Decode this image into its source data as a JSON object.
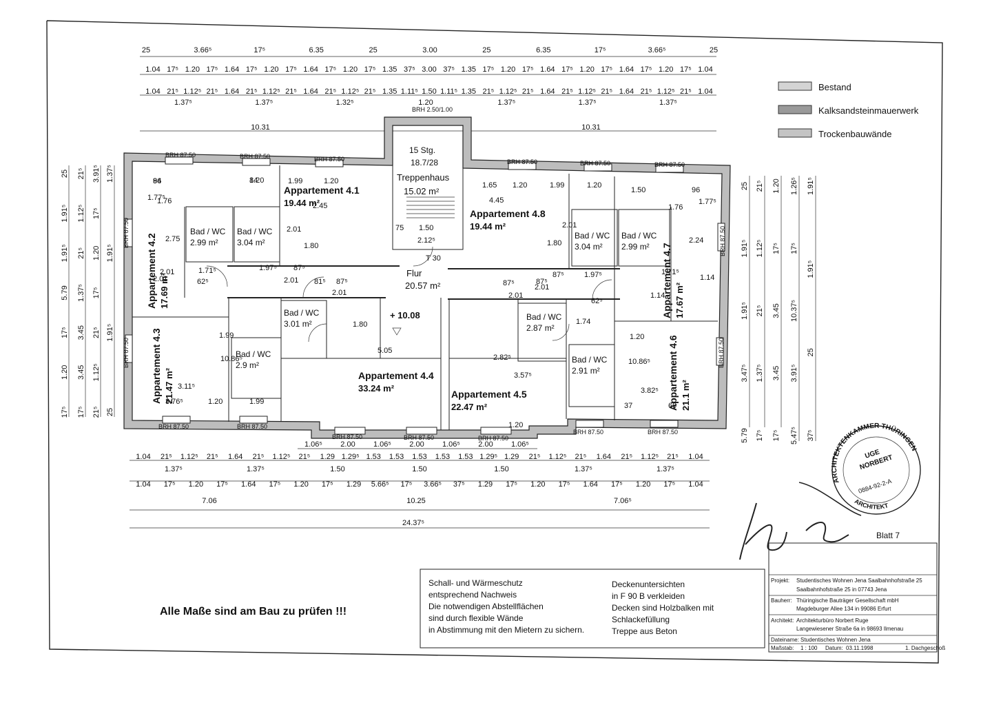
{
  "sheet": "Blatt 7",
  "legend": [
    {
      "label": "Bestand",
      "color": "#d4d4d4"
    },
    {
      "label": "Kalksandsteinmauerwerk",
      "color": "#9a9a9a"
    },
    {
      "label": "Trockenbauwände",
      "color": "#c4c4c4"
    }
  ],
  "top_dims": {
    "row1": [
      "25",
      "3.66⁵",
      "17⁵",
      "6.35",
      "25",
      "3.00",
      "25",
      "6.35",
      "17⁵",
      "3.66⁵",
      "25"
    ],
    "row2": [
      "1.04",
      "17⁵",
      "1.20",
      "17⁵",
      "1.64",
      "17⁵",
      "1.20",
      "17⁵",
      "1.64",
      "17⁵",
      "1.20",
      "17⁵",
      "1.35",
      "37⁵",
      "3.00",
      "37⁵",
      "1.35",
      "17⁵",
      "1.20",
      "17⁵",
      "1.64",
      "17⁵",
      "1.20",
      "17⁵",
      "1.64",
      "17⁵",
      "1.20",
      "17⁵",
      "1.04"
    ],
    "row3": [
      "1.04",
      "21⁵",
      "1.12⁵",
      "21⁵",
      "1.64",
      "21⁵",
      "1.12⁵",
      "21⁵",
      "1.64",
      "21⁵",
      "1.12⁵",
      "21⁵",
      "1.35",
      "1.11⁵",
      "1.50",
      "1.11⁵",
      "1.35",
      "21⁵",
      "1.12⁵",
      "21⁵",
      "1.64",
      "21⁵",
      "1.12⁵",
      "21⁵",
      "1.64",
      "21⁵",
      "1.12⁵",
      "21⁵",
      "1.04"
    ],
    "row3b": [
      "1.37⁵",
      "1.37⁵",
      "1.32⁵",
      "1.20",
      "1.37⁵",
      "1.37⁵",
      "1.37⁵"
    ],
    "row4": [
      "10.31",
      "10.31"
    ]
  },
  "bottom_dims": {
    "row1": [
      "1.06⁵",
      "2.00",
      "1.06⁵",
      "2.00",
      "1.06⁵",
      "2.00",
      "1.06⁵"
    ],
    "row2": [
      "1.04",
      "21⁵",
      "1.12⁵",
      "21⁵",
      "1.64",
      "21⁵",
      "1.12⁵",
      "21⁵",
      "1.29",
      "1.29⁵",
      "1.53",
      "1.53",
      "1.53",
      "1.53",
      "1.53",
      "1.29⁵",
      "1.29",
      "21⁵",
      "1.12⁵",
      "21⁵",
      "1.64",
      "21⁵",
      "1.12⁵",
      "21⁵",
      "1.04"
    ],
    "row2b": [
      "1.37⁵",
      "1.37⁵",
      "1.50",
      "1.50",
      "1.50",
      "1.37⁵",
      "1.37⁵"
    ],
    "row3": [
      "1.04",
      "17⁵",
      "1.20",
      "17⁵",
      "1.64",
      "17⁵",
      "1.20",
      "17⁵",
      "1.29",
      "5.66⁵",
      "17⁵",
      "3.66⁵",
      "37⁵",
      "1.29",
      "17⁵",
      "1.20",
      "17⁵",
      "1.64",
      "17⁵",
      "1.20",
      "17⁵",
      "1.04"
    ],
    "row4": [
      "7.06",
      "10.25",
      "7.06⁵"
    ],
    "row5": "24.37⁵"
  },
  "left_dims": [
    "25",
    "1.91⁵",
    "1.91⁵",
    "5.79",
    "17⁵",
    "1.20",
    "17⁵",
    "21⁵",
    "1.12⁵",
    "21⁵",
    "1.37⁵",
    "3.45",
    "3.45",
    "17⁵",
    "3.91⁵",
    "17⁵",
    "1.20",
    "17⁵",
    "21⁵",
    "1.12⁵",
    "21⁵",
    "1.37⁵",
    "1.91⁵",
    "1.91⁵",
    "25"
  ],
  "right_dims": [
    "25",
    "1.91⁵",
    "1.91⁵",
    "3.47⁵",
    "5.79",
    "21⁵",
    "1.12⁵",
    "21⁵",
    "1.37⁵",
    "17⁵",
    "1.20",
    "17⁵",
    "3.45",
    "3.45",
    "17⁵",
    "1.26⁵",
    "17⁵",
    "10.37⁵",
    "3.91⁵",
    "5.47⁵",
    "1.91⁵",
    "1.91⁵",
    "25",
    "37⁵"
  ],
  "rooms": [
    {
      "name": "Appartement 4.1",
      "area": "19.44 m²"
    },
    {
      "name": "Appartement 4.2",
      "area": "17.69 m²"
    },
    {
      "name": "Appartement 4.3",
      "area": "21.47 m²"
    },
    {
      "name": "Appartement 4.4",
      "area": "33.24 m²"
    },
    {
      "name": "Appartement 4.5",
      "area": "22.47 m²"
    },
    {
      "name": "Appartement 4.6",
      "area": "21.1 m²"
    },
    {
      "name": "Appartement 4.7",
      "area": "17.67 m²"
    },
    {
      "name": "Appartement 4.8",
      "area": "19.44 m²"
    }
  ],
  "stair": {
    "steps": "15 Stg.",
    "ratio": "18.7/28",
    "name": "Treppenhaus",
    "area": "15.02 m²",
    "w1": "75",
    "w2": "1.50",
    "w3": "2.12⁵",
    "door": "T 30"
  },
  "hall": {
    "name": "Flur",
    "area": "20.57 m²",
    "level": "+ 10.08"
  },
  "baths": [
    {
      "label": "Bad / WC",
      "area": "2.99 m²"
    },
    {
      "label": "Bad / WC",
      "area": "3.04 m²"
    },
    {
      "label": "Bad / WC",
      "area": "3.04 m²"
    },
    {
      "label": "Bad / WC",
      "area": "2.99 m²"
    },
    {
      "label": "Bad / WC",
      "area": "3.01 m²"
    },
    {
      "label": "Bad / WC",
      "area": "2.87 m²"
    },
    {
      "label": "Bad / WC",
      "area": "2.9 m²"
    },
    {
      "label": "Bad / WC",
      "area": "2.91 m²"
    }
  ],
  "brh": "BRH 87.50",
  "brh_stair": "BRH 2.50/1.00",
  "interior_dims": [
    "96",
    "1.20",
    "1.99",
    "1.20",
    "1.65",
    "1.20",
    "1.99",
    "1.20",
    "1.50",
    "96",
    "1.76",
    "2.45",
    "4.45",
    "1.76",
    "2.01",
    "2.01",
    "1.80",
    "1.80",
    "1.97⁵",
    "1.97⁵",
    "87⁵",
    "87⁵",
    "2.01",
    "2.01",
    "81⁵",
    "87⁵",
    "87⁵",
    "87⁵",
    "2.01",
    "2.01",
    "1.80",
    "1.74",
    "5.05",
    "3.57⁵",
    "2.82⁵",
    "3.11⁵",
    "3.82⁵",
    "3.76⁵",
    "1.20",
    "1.99",
    "1.20",
    "37",
    "69",
    "1.99",
    "1.20",
    "10.86⁵",
    "10.86⁵",
    "1.71⁵",
    "1.71⁵",
    "62⁵",
    "62⁵",
    "2.01",
    "2.01",
    "1.14",
    "1.14",
    "2.75",
    "2.24",
    "1.77⁵",
    "1.77⁵",
    "84",
    "84"
  ],
  "notice": "Alle Maße sind am Bau zu prüfen !!!",
  "notes_left": [
    "Schall- und Wärmeschutz",
    "entsprechend Nachweis",
    "Die notwendigen Abstellflächen",
    "sind durch flexible Wände",
    "in Abstimmung mit den Mietern zu sichern."
  ],
  "notes_right": [
    "Deckenuntersichten",
    "in F 90 B verkleiden",
    "Decken sind Holzbalken mit",
    "Schlackefüllung",
    "Treppe aus Beton"
  ],
  "stamp": {
    "top": "ARCHITEKTENKAMMER THÜRINGEN",
    "name1": "UGE",
    "name2": "NORBERT",
    "number": "0884-92-2-A",
    "bottom": "ARCHITEKT"
  },
  "title_block": {
    "projekt_label": "Projekt:",
    "projekt1": "Studentisches Wohnen Jena Saalbahnhofstraße 25",
    "projekt2": "Saalbahnhofstraße 25 in 07743 Jena",
    "bauherr_label": "Bauherr:",
    "bauherr1": "Thüringische Bauträger Gesellschaft mbH",
    "bauherr2": "Magdeburger Allee 134 in 99086 Erfurt",
    "architekt_label": "Architekt:",
    "architekt1": "Architekturbüro Norbert Ruge",
    "architekt2": "Langewiesener Straße 6a in 98693 Ilmenau",
    "datei_label": "Dateiname:",
    "datei": "Studentisches Wohnen Jena",
    "massstab_label": "Maßstab:",
    "massstab": "1 : 100",
    "datum_label": "Datum:",
    "datum": "03.11.1998",
    "geschoss": "1. Dachgeschoß"
  }
}
